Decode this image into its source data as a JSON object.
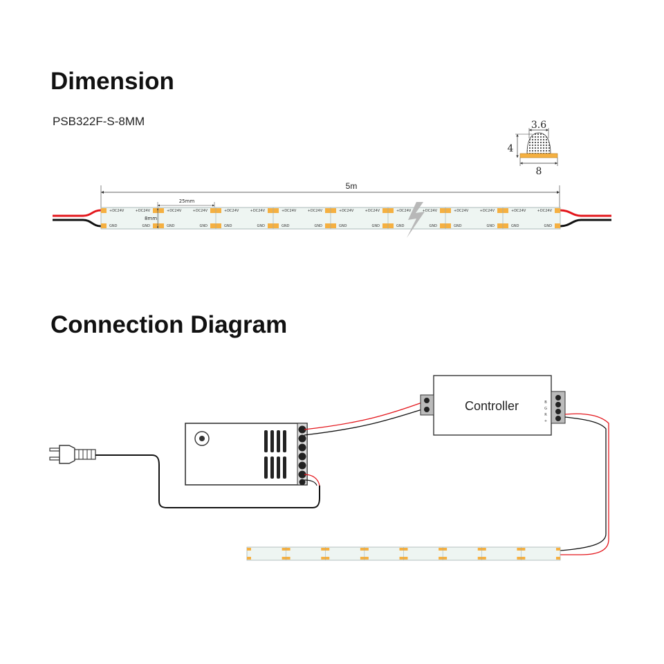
{
  "dimension": {
    "title": "Dimension",
    "model": "PSB322F-S-8MM",
    "length_label": "5m",
    "cut_pitch_label": "25mm",
    "width_label": "8mm",
    "cross_section": {
      "top": "3.6",
      "height": "4",
      "width": "8"
    },
    "pad_top_label": "+DC24V",
    "pad_bottom_label": "GND"
  },
  "connection": {
    "title": "Connection Diagram",
    "controller_label": "Controller",
    "port_labels": [
      "B",
      "G",
      "R",
      "+"
    ]
  },
  "colors": {
    "wire_red": "#e3151b",
    "wire_black": "#111111",
    "pad_orange": "#f5b041",
    "strip_fill": "#eef5f2",
    "lightning": "#b8b8b8"
  }
}
